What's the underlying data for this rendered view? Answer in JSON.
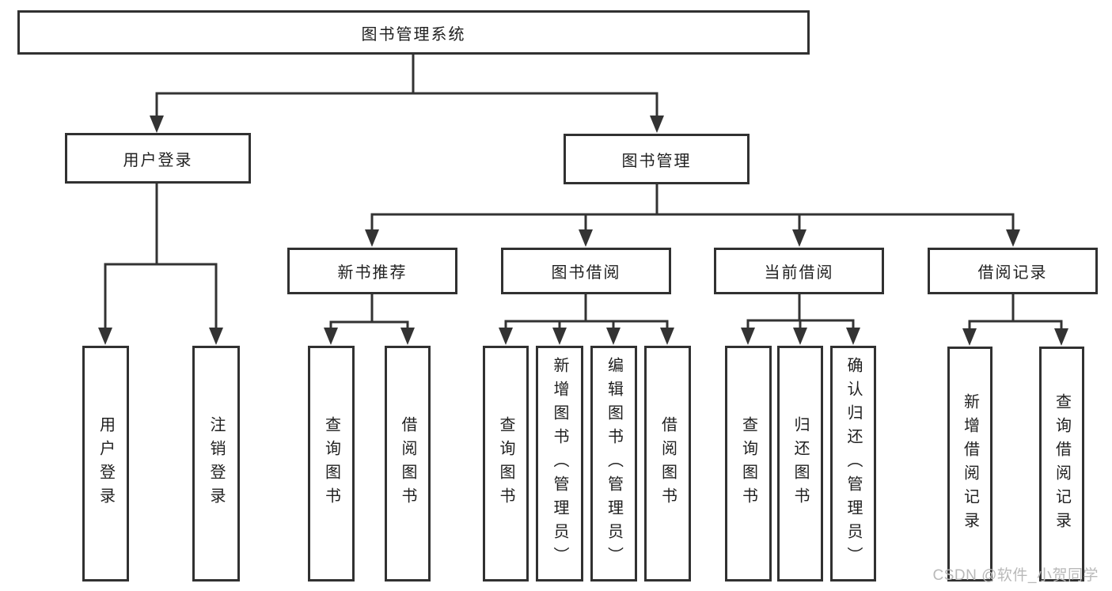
{
  "diagram": {
    "root": {
      "label": "图书管理系统"
    },
    "branches": [
      {
        "label": "用户登录",
        "children": [
          {
            "label": "用户登录"
          },
          {
            "label": "注销登录"
          }
        ]
      },
      {
        "label": "图书管理",
        "children": [
          {
            "label": "新书推荐",
            "children": [
              {
                "label": "查询图书"
              },
              {
                "label": "借阅图书"
              }
            ]
          },
          {
            "label": "图书借阅",
            "children": [
              {
                "label": "查询图书"
              },
              {
                "label": "新增图书（管理员）"
              },
              {
                "label": "编辑图书（管理员）"
              },
              {
                "label": "借阅图书"
              }
            ]
          },
          {
            "label": "当前借阅",
            "children": [
              {
                "label": "查询图书"
              },
              {
                "label": "归还图书"
              },
              {
                "label": "确认归还（管理员）"
              }
            ]
          },
          {
            "label": "借阅记录",
            "children": [
              {
                "label": "新增借阅记录"
              },
              {
                "label": "查询借阅记录"
              }
            ]
          }
        ]
      }
    ]
  },
  "watermark": {
    "text": "CSDN @软件_小贺同学"
  },
  "colors": {
    "line": "#333333",
    "box_border": "#313131",
    "text": "#1f1f1f",
    "watermark": "#b9b9b9",
    "background": "#ffffff"
  }
}
